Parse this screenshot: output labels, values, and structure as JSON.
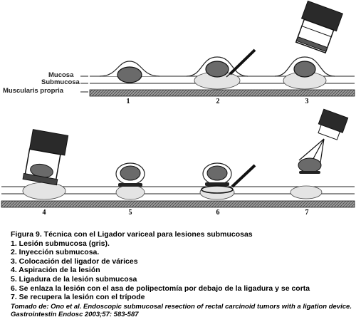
{
  "layers": {
    "mucosa": "Mucosa",
    "submucosa": "Submucosa",
    "muscularis": "Muscularis propria"
  },
  "steps": [
    "1",
    "2",
    "3",
    "4",
    "5",
    "6",
    "7"
  ],
  "caption": {
    "title": "Figura 9. Técnica  con el Ligador variceal para lesiones submucosas",
    "items": [
      "1. Lesión submucosa (gris).",
      "2. Inyección submucosa.",
      "3. Colocación del ligador de várices",
      "4. Aspiración de la lesión",
      "5. Ligadura de la lesión submucosa",
      "6. Se enlaza la lesión con el asa de polipectomía por debajo de la ligadura y se corta",
      "7. Se recupera la lesión con el trípode"
    ],
    "source": "Tomado de: Ono et al. Endoscopic submucosal resection of rectal carcinoid tumors with a ligation device. Gastrointestin Endosc 2003;57: 583-587"
  },
  "colors": {
    "lesion": "#6a6a6a",
    "submucosa_fill": "#d8d8d8",
    "muscle_fill": "#8a8a8a",
    "line": "#1a1a1a",
    "device": "#2a2a2a"
  }
}
